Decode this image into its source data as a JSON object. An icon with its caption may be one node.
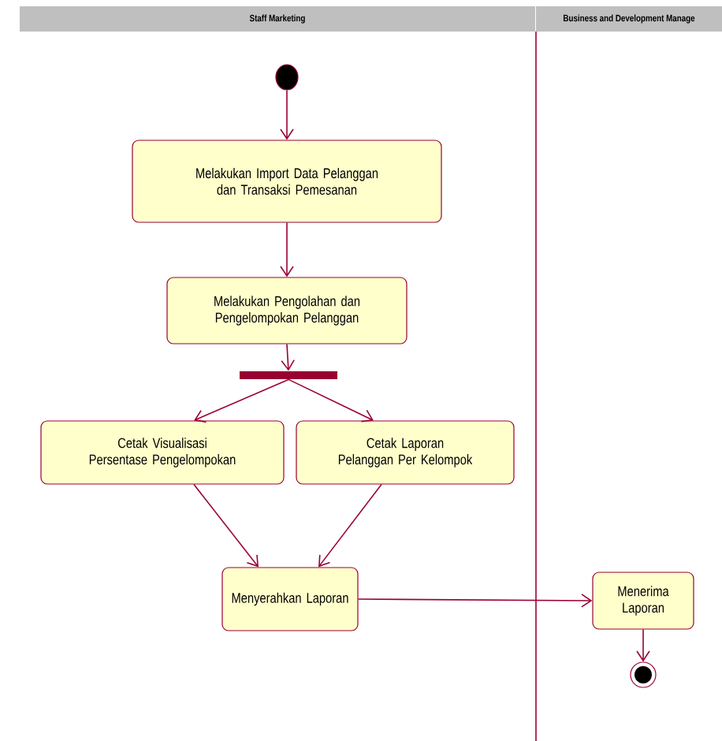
{
  "diagram": {
    "nodes": [
      {
        "text": [],
        "shape": "circle"
      },
      {
        "text": [
          "Melakukan Import Data Pelanggan dan Transaksi Pemesanan"
        ]
      },
      {
        "text": [
          "Melakukan Pengolahan dan Pengelompokan Pelanggan"
        ]
      },
      {
        "text": [],
        "shape": "bar"
      },
      {
        "text": [
          "Cetak Visualisasi Persentase Pengelompokan"
        ]
      },
      {
        "text": [
          "Cetak Laporan Pelanggan Per Kelompok"
        ]
      },
      {
        "text": [
          "Menyerahkan Laporan"
        ]
      },
      {
        "text": [
          "Menerima Laporan"
        ]
      },
      {
        "text": [],
        "shape": "circle"
      }
    ],
    "edges": [
      {
        "from": 0,
        "to": 1,
        "arrow": "to"
      },
      {
        "from": 1,
        "to": 2,
        "arrow": "to"
      },
      {
        "from": 2,
        "to": 3,
        "arrow": "to"
      },
      {
        "from": 3,
        "to": 4,
        "arrow": "to"
      },
      {
        "from": 3,
        "to": 5,
        "arrow": "to"
      },
      {
        "from": 4,
        "to": 6,
        "arrow": "to"
      },
      {
        "from": 5,
        "to": 6,
        "arrow": "to"
      },
      {
        "from": 6,
        "to": 7,
        "arrow": "to"
      },
      {
        "from": 7,
        "to": 8,
        "arrow": "to"
      }
    ],
    "labels": [
      "Staff Marketing",
      "Business and Development Manage"
    ]
  }
}
